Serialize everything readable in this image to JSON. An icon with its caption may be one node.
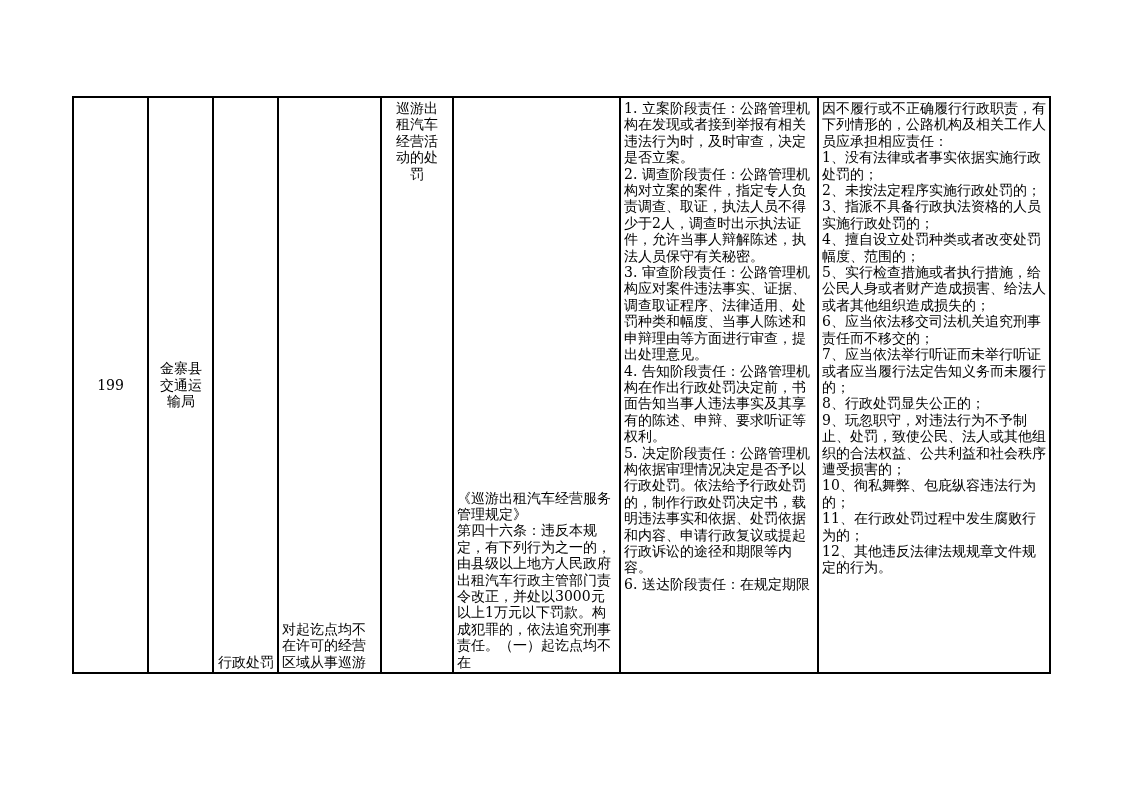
{
  "diagram": {
    "labels": [
      "199",
      "金寨县交通运输局",
      "行政处罚",
      "对起讫点均不在许可的经营区域从事巡游",
      "巡游出租汽车经营活动的处罚",
      "《巡游出租汽车经营服务管理规定》",
      "第四十六条：违反本规定，有下列行为之一的，由县级以上地方人民政府出租汽车行政主管部门责令改正，并处以3000元以上1万元以下罚款。构成犯罪的，依法追究刑事责任。（一）起讫点均不在",
      "1. 立案阶段责任：公路管理机构在发现或者接到举报有相关违法行为时，及时审查，决定是否立案。",
      "2. 调查阶段责任：公路管理机构对立案的案件，指定专人负责调查、取证，执法人员不得少于2人，调查时出示执法证件，允许当事人辩解陈述，执法人员保守有关秘密。",
      "3. 审查阶段责任：公路管理机构应对案件违法事实、证据、调查取证程序、法律适用、处罚种类和幅度、当事人陈述和申辩理由等方面进行审查，提出处理意见。",
      "4. 告知阶段责任：公路管理机构在作出行政处罚决定前，书面告知当事人违法事实及其享有的陈述、申辩、要求听证等权利。",
      "5. 决定阶段责任：公路管理机构依据审理情况决定是否予以行政处罚。依法给予行政处罚的，制作行政处罚决定书，载明违法事实和依据、处罚依据和内容、申请行政复议或提起行政诉讼的途径和期限等内容。",
      "6. 送达阶段责任：在规定期限",
      "因不履行或不正确履行行政职责，有下列情形的，公路机构及相关工作人员应承担相应责任：",
      "1、没有法律或者事实依据实施行政处罚的；",
      "2、未按法定程序实施行政处罚的；",
      "3、指派不具备行政执法资格的人员实施行政处罚的；",
      "4、擅自设立处罚种类或者改变处罚幅度、范围的；",
      "5、实行检查措施或者执行措施，给公民人身或者财产造成损害、给法人或者其他组织造成损失的；",
      "6、应当依法移交司法机关追究刑事责任而不移交的；",
      "7、应当依法举行听证而未举行听证或者应当履行法定告知义务而未履行的；",
      "8、行政处罚显失公正的；",
      "9、玩忽职守，对违法行为不予制止、处罚，致使公民、法人或其他组织的合法权益、公共利益和社会秩序遭受损害的；",
      "10、徇私舞弊、包庇纵容违法行为的；",
      "11、在行政处罚过程中发生腐败行为的；",
      "12、其他违反法律法规规章文件规定的行为。"
    ]
  }
}
